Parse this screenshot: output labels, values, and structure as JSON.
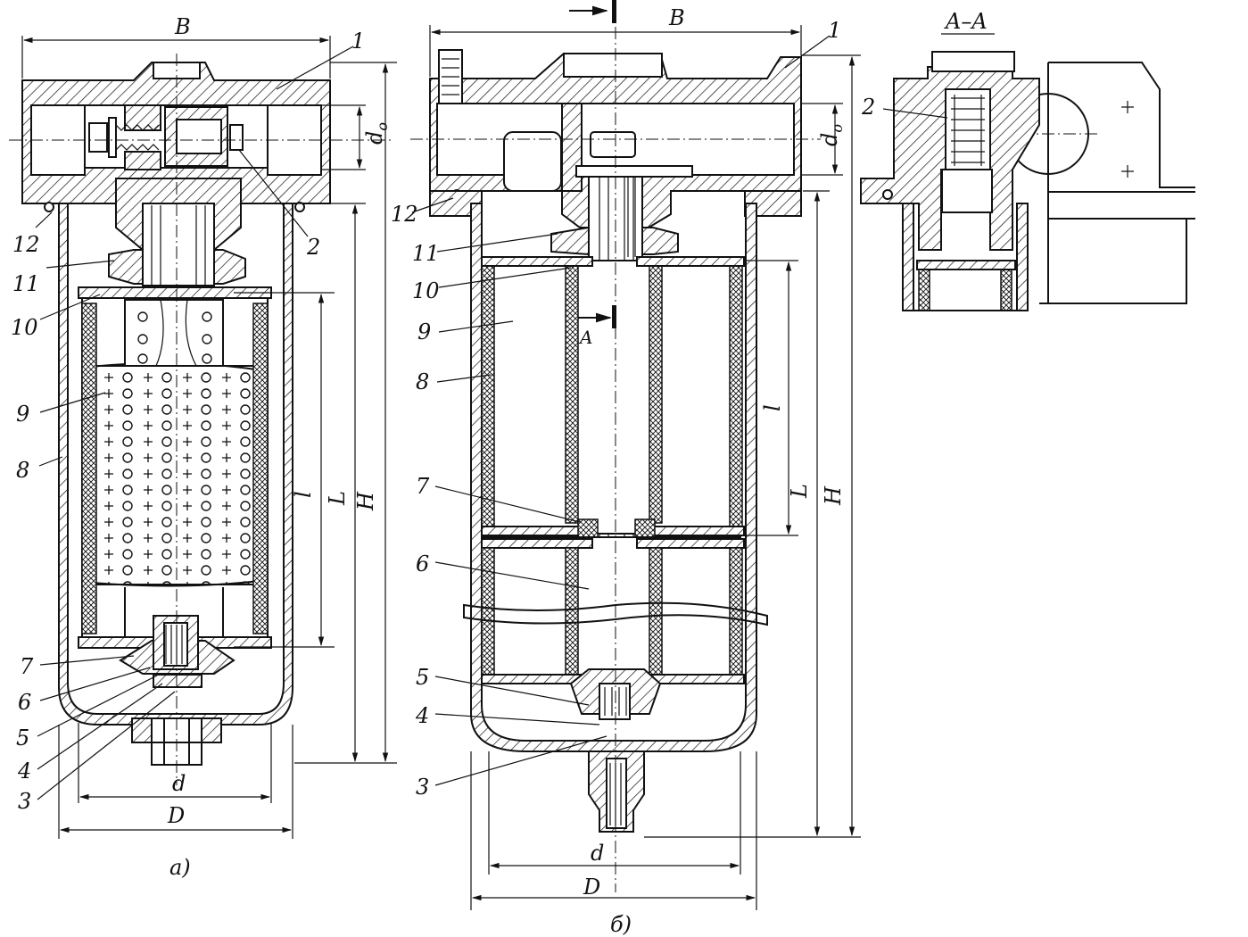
{
  "figure_a": {
    "caption": "а)",
    "dims": {
      "B": "B",
      "H": "H",
      "L": "L",
      "l": "l",
      "d": "d",
      "D": "D",
      "d0": "d",
      "d0_sub": "o"
    },
    "callouts": [
      {
        "num": "1"
      },
      {
        "num": "2"
      },
      {
        "num": "12"
      },
      {
        "num": "11"
      },
      {
        "num": "10"
      },
      {
        "num": "9"
      },
      {
        "num": "8"
      },
      {
        "num": "7"
      },
      {
        "num": "6"
      },
      {
        "num": "5"
      },
      {
        "num": "4"
      },
      {
        "num": "3"
      }
    ]
  },
  "figure_b": {
    "caption": "б)",
    "dims": {
      "B": "B",
      "H": "H",
      "L": "L",
      "l": "l",
      "d": "d",
      "D": "D",
      "d0": "d",
      "d0_sub": "o",
      "A": "A"
    },
    "callouts": [
      {
        "num": "1"
      },
      {
        "num": "12"
      },
      {
        "num": "11"
      },
      {
        "num": "10"
      },
      {
        "num": "9"
      },
      {
        "num": "8"
      },
      {
        "num": "7"
      },
      {
        "num": "6"
      },
      {
        "num": "5"
      },
      {
        "num": "4"
      },
      {
        "num": "3"
      }
    ]
  },
  "section": {
    "title": "A–A",
    "callouts": [
      {
        "num": "2"
      }
    ]
  }
}
